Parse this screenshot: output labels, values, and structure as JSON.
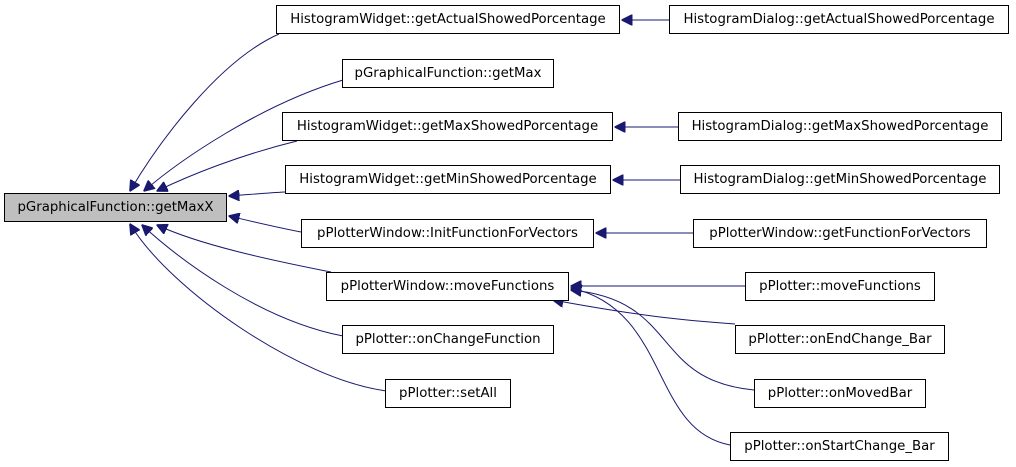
{
  "colors": {
    "edge": "#191970",
    "root_fill": "#bfbfbf",
    "node_fill": "#ffffff",
    "border": "#000000"
  },
  "nodes": {
    "root": "pGraphicalFunction::getMaxX",
    "hw_actual": "HistogramWidget::getActualShowedPorcentage",
    "hd_actual": "HistogramDialog::getActualShowedPorcentage",
    "pgf_getmax": "pGraphicalFunction::getMax",
    "hw_max": "HistogramWidget::getMaxShowedPorcentage",
    "hd_max": "HistogramDialog::getMaxShowedPorcentage",
    "hw_min": "HistogramWidget::getMinShowedPorcentage",
    "hd_min": "HistogramDialog::getMinShowedPorcentage",
    "pw_init": "pPlotterWindow::InitFunctionForVectors",
    "pw_getfunc": "pPlotterWindow::getFunctionForVectors",
    "pw_move": "pPlotterWindow::moveFunctions",
    "pp_move": "pPlotter::moveFunctions",
    "pp_change": "pPlotter::onChangeFunction",
    "pp_endchange": "pPlotter::onEndChange_Bar",
    "pp_moved": "pPlotter::onMovedBar",
    "pp_setall": "pPlotter::setAll",
    "pp_start": "pPlotter::onStartChange_Bar"
  },
  "edges": [
    {
      "from": "hw_actual",
      "to": "root"
    },
    {
      "from": "pgf_getmax",
      "to": "root"
    },
    {
      "from": "hw_max",
      "to": "root"
    },
    {
      "from": "hw_min",
      "to": "root"
    },
    {
      "from": "pw_init",
      "to": "root"
    },
    {
      "from": "pw_move",
      "to": "root"
    },
    {
      "from": "pp_change",
      "to": "root"
    },
    {
      "from": "pp_setall",
      "to": "root"
    },
    {
      "from": "hd_actual",
      "to": "hw_actual"
    },
    {
      "from": "hd_max",
      "to": "hw_max"
    },
    {
      "from": "hd_min",
      "to": "hw_min"
    },
    {
      "from": "pw_getfunc",
      "to": "pw_init"
    },
    {
      "from": "pp_move",
      "to": "pw_move"
    },
    {
      "from": "pp_endchange",
      "to": "pw_move"
    },
    {
      "from": "pp_moved",
      "to": "pw_move"
    },
    {
      "from": "pp_start",
      "to": "pw_move"
    }
  ]
}
